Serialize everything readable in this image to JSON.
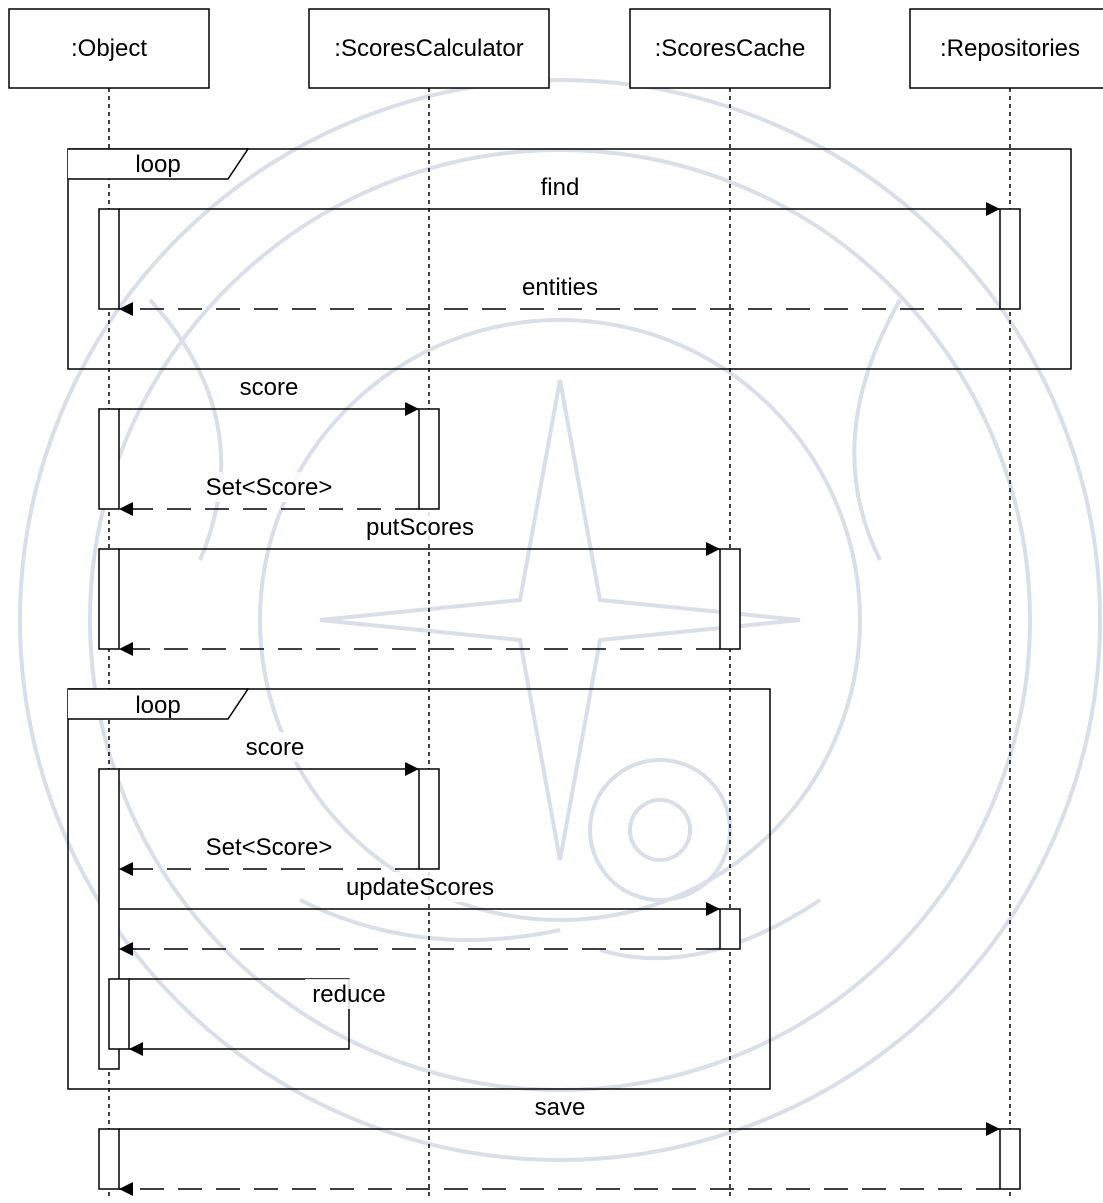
{
  "diagram": {
    "participants": [
      ":Object",
      ":ScoresCalculator",
      ":ScoresCache",
      ":Repositories"
    ],
    "frames": [
      {
        "label": "loop"
      },
      {
        "label": "loop"
      }
    ],
    "messages": [
      {
        "label": "find",
        "kind": "call",
        "from": ":Object",
        "to": ":Repositories"
      },
      {
        "label": "entities",
        "kind": "return",
        "from": ":Repositories",
        "to": ":Object"
      },
      {
        "label": "score",
        "kind": "call",
        "from": ":Object",
        "to": ":ScoresCalculator"
      },
      {
        "label": "Set<Score>",
        "kind": "return",
        "from": ":ScoresCalculator",
        "to": ":Object"
      },
      {
        "label": "putScores",
        "kind": "call",
        "from": ":Object",
        "to": ":ScoresCache"
      },
      {
        "label": "",
        "kind": "return",
        "from": ":ScoresCache",
        "to": ":Object"
      },
      {
        "label": "score",
        "kind": "call",
        "from": ":Object",
        "to": ":ScoresCalculator"
      },
      {
        "label": "Set<Score>",
        "kind": "return",
        "from": ":ScoresCalculator",
        "to": ":Object"
      },
      {
        "label": "updateScores",
        "kind": "call",
        "from": ":Object",
        "to": ":ScoresCache"
      },
      {
        "label": "",
        "kind": "return",
        "from": ":ScoresCache",
        "to": ":Object"
      },
      {
        "label": "reduce",
        "kind": "self",
        "from": ":Object",
        "to": ":Object"
      },
      {
        "label": "save",
        "kind": "call",
        "from": ":Object",
        "to": ":Repositories"
      },
      {
        "label": "",
        "kind": "return",
        "from": ":Repositories",
        "to": ":Object"
      }
    ],
    "colors": {
      "stroke": "#000000",
      "background": "#ffffff",
      "watermark": "#d5dce6"
    }
  }
}
